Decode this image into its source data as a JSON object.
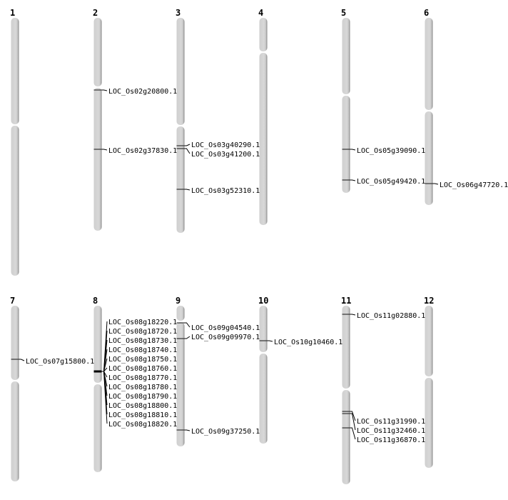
{
  "chromosomes": [
    {
      "name": "1",
      "genes": []
    },
    {
      "name": "2",
      "genes": [
        "LOC_Os02g20800.1",
        "LOC_Os02g37830.1"
      ]
    },
    {
      "name": "3",
      "genes": [
        "LOC_Os03g40290.1",
        "LOC_Os03g41200.1",
        "LOC_Os03g52310.1"
      ]
    },
    {
      "name": "4",
      "genes": []
    },
    {
      "name": "5",
      "genes": [
        "LOC_Os05g39090.1",
        "LOC_Os05g49420.1"
      ]
    },
    {
      "name": "6",
      "genes": [
        "LOC_Os06g47720.1"
      ]
    },
    {
      "name": "7",
      "genes": [
        "LOC_Os07g15800.1"
      ]
    },
    {
      "name": "8",
      "genes": [
        "LOC_Os08g18220.1",
        "LOC_Os08g18720.1",
        "LOC_Os08g18730.1",
        "LOC_Os08g18740.1",
        "LOC_Os08g18750.1",
        "LOC_Os08g18760.1",
        "LOC_Os08g18770.1",
        "LOC_Os08g18780.1",
        "LOC_Os08g18790.1",
        "LOC_Os08g18800.1",
        "LOC_Os08g18810.1",
        "LOC_Os08g18820.1"
      ]
    },
    {
      "name": "9",
      "genes": [
        "LOC_Os09g04540.1",
        "LOC_Os09g09970.1",
        "LOC_Os09g37250.1"
      ]
    },
    {
      "name": "10",
      "genes": [
        "LOC_Os10g10460.1"
      ]
    },
    {
      "name": "11",
      "genes": [
        "LOC_Os11g02880.1",
        "LOC_Os11g31990.1",
        "LOC_Os11g32460.1",
        "LOC_Os11g36870.1"
      ]
    },
    {
      "name": "12",
      "genes": []
    }
  ],
  "colors": {
    "chromosome": "#d4d4d4",
    "shadow": "#8a8a8a",
    "marker": "#333333"
  }
}
